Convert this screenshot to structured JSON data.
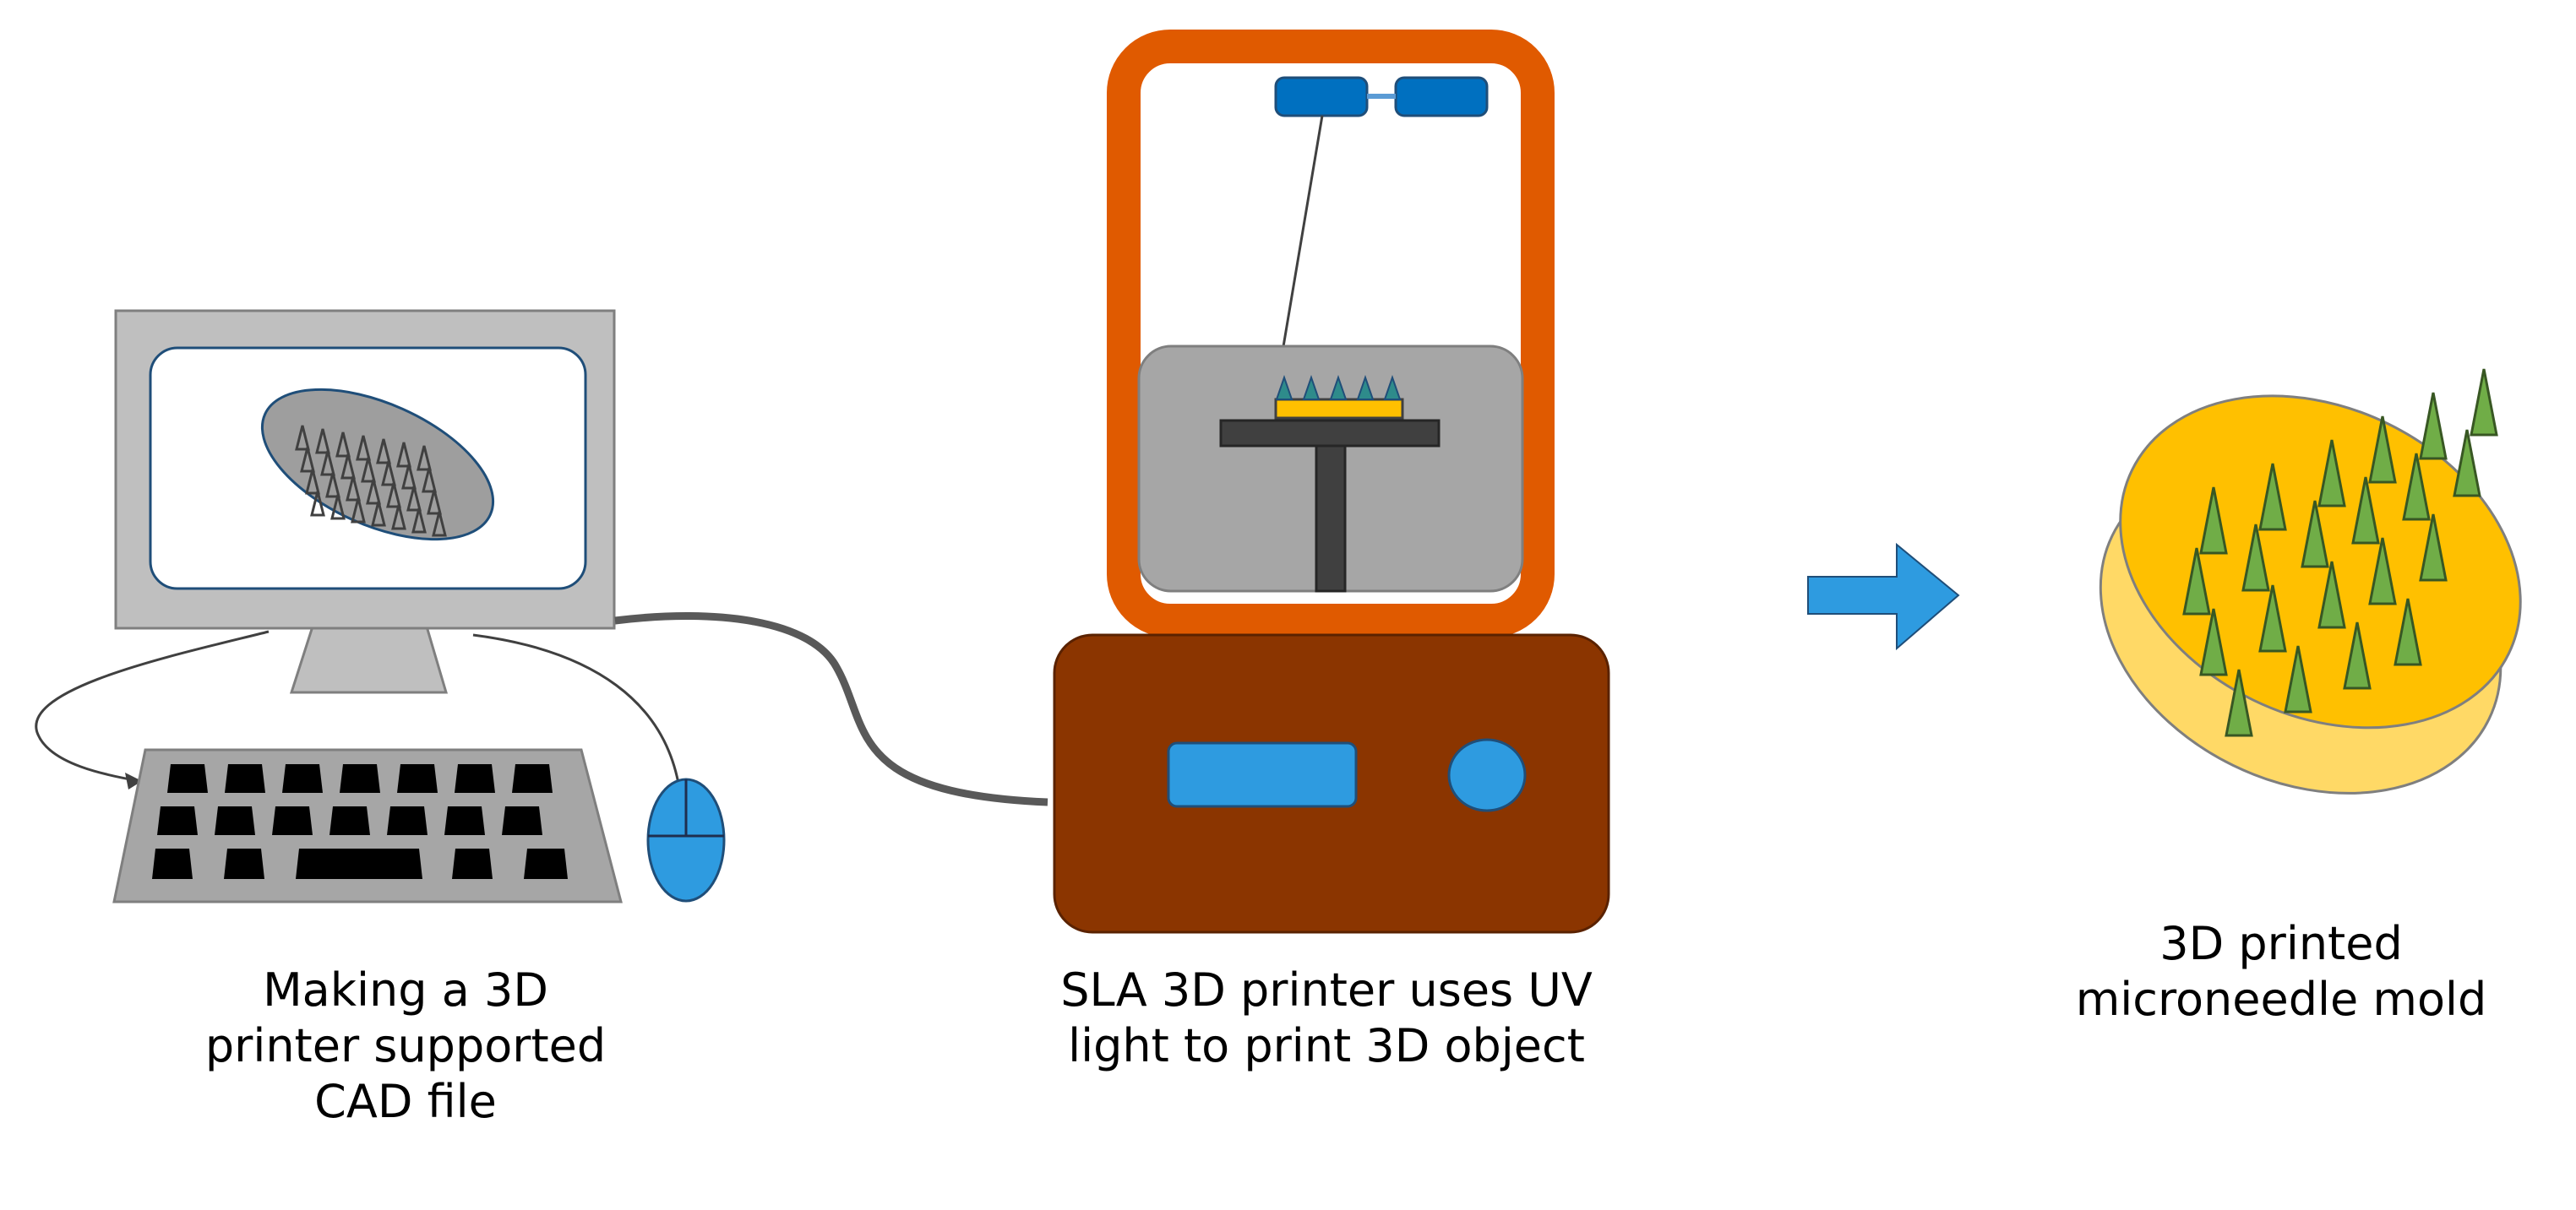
{
  "captions": {
    "computer": [
      "Making a 3D",
      "printer supported",
      "CAD file"
    ],
    "printer": [
      "SLA 3D printer uses UV",
      "light to print 3D object"
    ],
    "mold": [
      "3D printed",
      "microneedle mold"
    ]
  },
  "colors": {
    "monitor_frame": "#bfbfbf",
    "screen_background": "#ffffff",
    "screen_border": "#1f4e79",
    "cad_ellipse": "#9e9e9e",
    "keyboard": "#a6a6a6",
    "keys": "#000000",
    "mouse": "#2e9be0",
    "cable": "#595959",
    "printer_frame": "#e05a00",
    "printer_base": "#8b3500",
    "printer_display": "#2e9be0",
    "printer_head": "#0070c0",
    "resin_tank": "#a6a6a6",
    "build_platform": "#404040",
    "printed_part": "#ffc000",
    "printed_needles": "#2e8b8b",
    "arrow": "#2e9be0",
    "mold_top": "#ffc000",
    "mold_side": "#ffd966",
    "mold_needles": "#70ad47"
  },
  "icons": [
    "computer-monitor-icon",
    "keyboard-icon",
    "mouse-icon",
    "sla-printer-icon",
    "process-arrow-icon",
    "microneedle-mold-icon"
  ]
}
